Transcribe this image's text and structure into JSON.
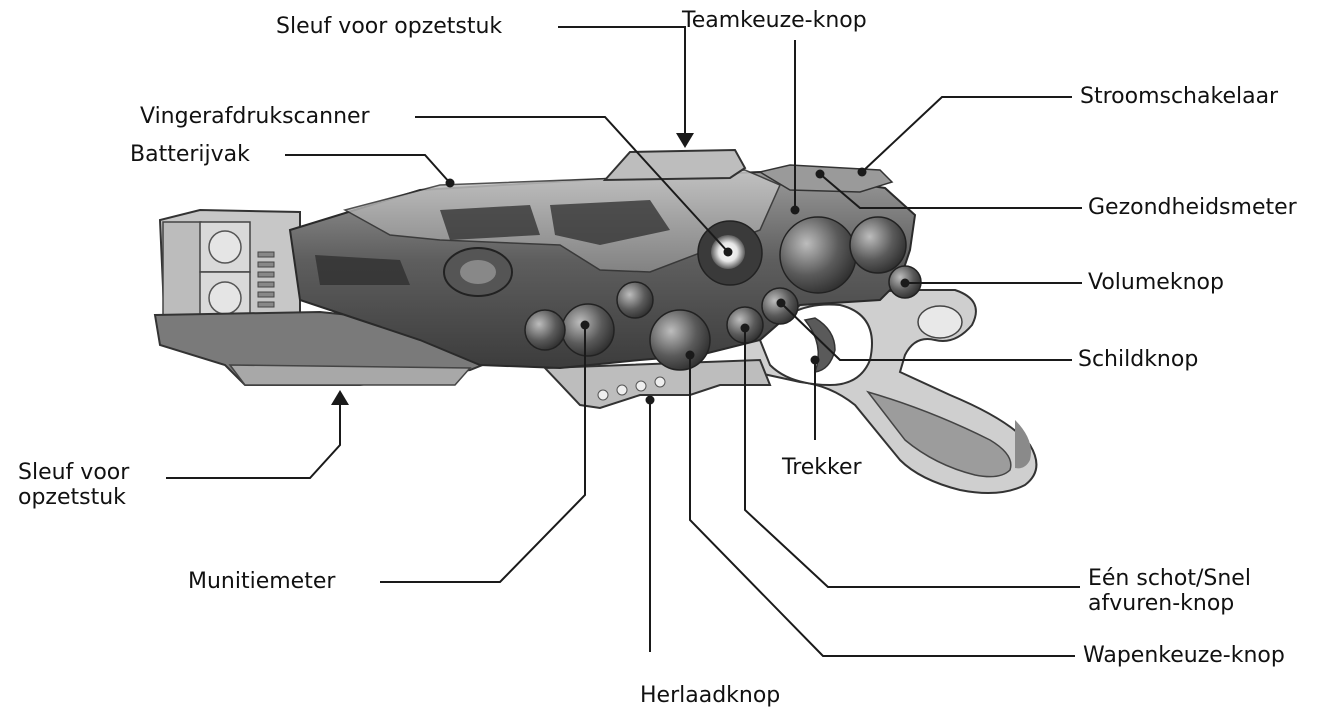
{
  "colors": {
    "ink": "#111111",
    "leader": "#1a1a1a",
    "body_dark": "#4a4a4a",
    "body_mid": "#7a7a7a",
    "body_light": "#b9b9b9",
    "grip_light": "#d0d0d0"
  },
  "labels": {
    "slot_top": "Sleuf voor opzetstuk",
    "team_select": "Teamkeuze-knop",
    "fingerprint": "Vingerafdrukscanner",
    "battery": "Batterijvak",
    "power": "Stroomschakelaar",
    "health": "Gezondheidsmeter",
    "volume": "Volumeknop",
    "shield": "Schildknop",
    "trigger": "Trekker",
    "slot_bottom_1": "Sleuf voor",
    "slot_bottom_2": "opzetstuk",
    "ammo": "Munitiemeter",
    "single_rapid_1": "Eén schot/Snel",
    "single_rapid_2": "afvuren-knop",
    "weapon_select": "Wapenkeuze-knop",
    "reload": "Herlaadknop"
  },
  "icons": {
    "device": "laser-tag-blaster-illustration"
  }
}
